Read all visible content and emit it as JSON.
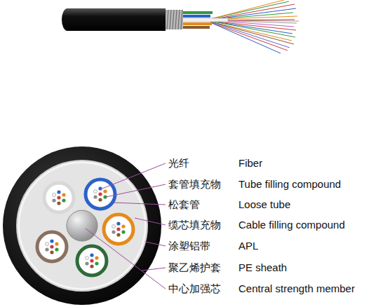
{
  "diagram": {
    "labels": [
      "光纤",
      "Fiber",
      "套管填充物",
      "Tube filling compound",
      "松套管",
      "Loose tube",
      "缆芯填充物",
      "Cable filling compound",
      "涂塑铝带",
      "APL",
      "聚乙烯护套",
      "PE sheath",
      "中心加强芯",
      "Central strength member"
    ]
  }
}
